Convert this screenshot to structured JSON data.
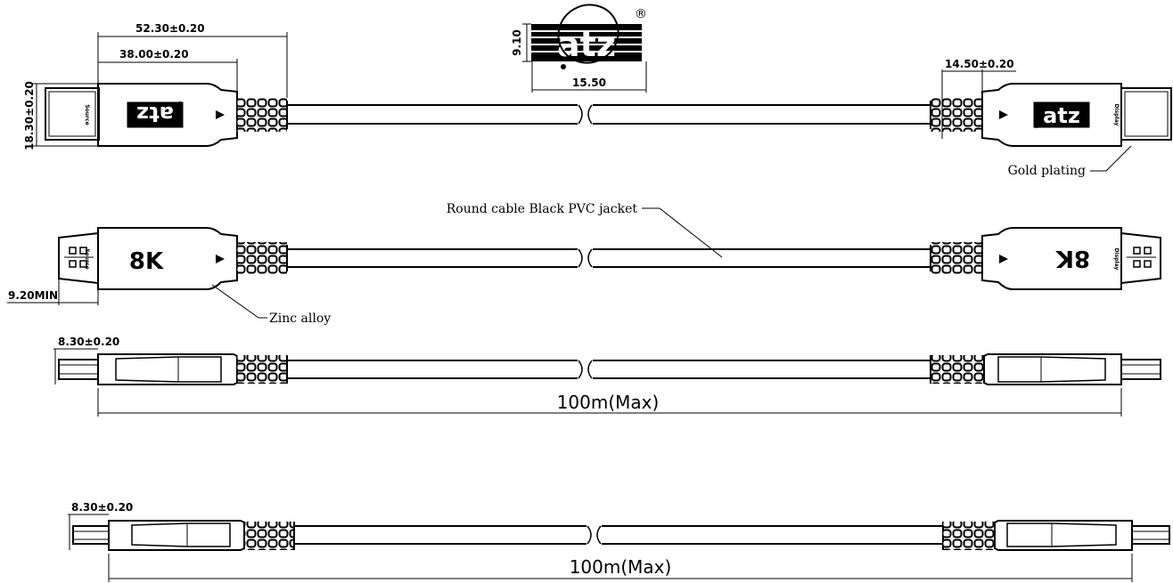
{
  "logo": {
    "text": "atz",
    "registered": "®",
    "height_dim": "9.10",
    "width_dim": "15.50"
  },
  "dimensions": {
    "overall_connector": "52.30±0.20",
    "body_length": "38.00±0.20",
    "connector_height": "18.30±0.20",
    "right_boot": "14.50±0.20",
    "plug_min": "9.20MIN",
    "thickness_1": "8.30±0.20",
    "thickness_2": "8.30±0.20"
  },
  "notes": {
    "gold_plating": "Gold plating",
    "jacket": "Round cable Black PVC jacket",
    "zinc_alloy": "Zinc alloy"
  },
  "labels": {
    "resolution_left": "8K",
    "resolution_right": "8K",
    "source": "Source",
    "display": "Display",
    "length_1": "100m(Max)",
    "length_2": "100m(Max)"
  },
  "colors": {
    "line": "#000000",
    "background": "#ffffff"
  }
}
